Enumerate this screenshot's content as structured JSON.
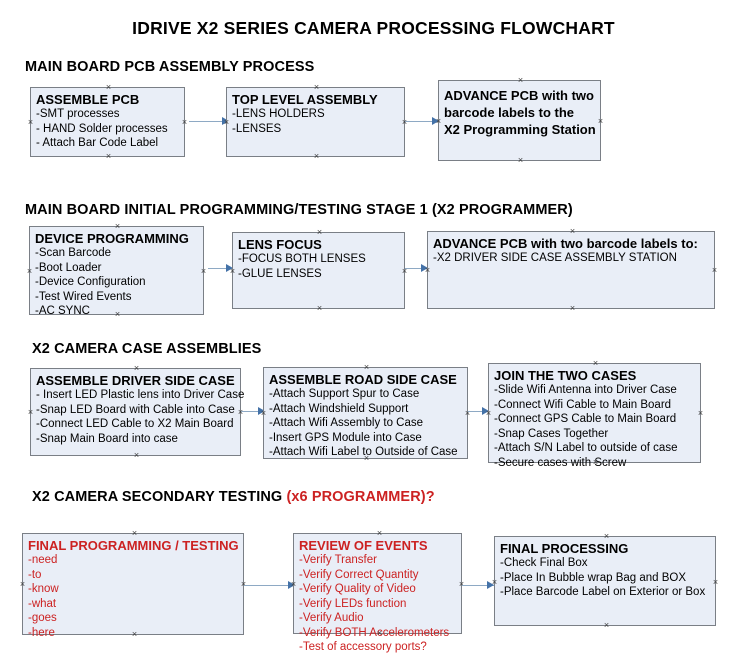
{
  "document": {
    "title": "IDRIVE X2  SERIES CAMERA PROCESSING FLOWCHART"
  },
  "colors": {
    "node_fill": "#e9eef7",
    "node_border": "#7a7f86",
    "connector": "#8ea9c4",
    "arrowhead": "#4472a8",
    "text": "#000000",
    "accent_red": "#cc2222"
  },
  "sections": [
    {
      "id": "main-board-pcb-assembly",
      "heading": "MAIN BOARD PCB ASSEMBLY PROCESS",
      "heading_accent": "",
      "nodes": [
        {
          "id": "assemble-pcb",
          "title": "ASSEMBLE PCB",
          "lines": [
            "-SMT processes",
            "- HAND Solder processes",
            "- Attach Bar Code Label"
          ]
        },
        {
          "id": "top-level-assembly",
          "title": "TOP LEVEL ASSEMBLY",
          "lines": [
            "-LENS HOLDERS",
            "-LENSES"
          ]
        },
        {
          "id": "advance-pcb-programming-station",
          "title": "ADVANCE PCB with two",
          "title_lines": [
            "ADVANCE PCB with two",
            "barcode labels to the",
            " X2 Programming Station"
          ],
          "lines": []
        }
      ]
    },
    {
      "id": "main-board-initial-programming",
      "heading": "MAIN BOARD INITIAL PROGRAMMING/TESTING STAGE 1 (X2 PROGRAMMER)",
      "heading_accent": "",
      "nodes": [
        {
          "id": "device-programming",
          "title": "DEVICE PROGRAMMING",
          "lines": [
            "-Scan Barcode",
            "-Boot Loader",
            "-Device Configuration",
            "-Test Wired Events",
            "-AC SYNC"
          ]
        },
        {
          "id": "lens-focus",
          "title": "LENS FOCUS",
          "lines": [
            "-FOCUS BOTH LENSES",
            "-GLUE LENSES"
          ]
        },
        {
          "id": "advance-pcb-driver-side-case",
          "title": "ADVANCE PCB with two barcode labels to:",
          "lines": [
            "-X2 DRIVER  SIDE  CASE  ASSEMBLY STATION"
          ]
        }
      ]
    },
    {
      "id": "x2-camera-case-assemblies",
      "heading": "X2 CAMERA CASE ASSEMBLIES",
      "heading_accent": "",
      "nodes": [
        {
          "id": "assemble-driver-side-case",
          "title": "ASSEMBLE DRIVER SIDE CASE",
          "lines": [
            "- Insert LED Plastic lens into Driver Case",
            "-Snap LED Board with Cable into Case",
            "-Connect LED Cable to X2 Main Board",
            "-Snap Main Board into case"
          ]
        },
        {
          "id": "assemble-road-side-case",
          "title": "ASSEMBLE ROAD SIDE CASE",
          "lines": [
            "-Attach Support Spur to Case",
            "-Attach Windshield Support",
            "-Attach Wifi Assembly to Case",
            "-Insert GPS Module into Case",
            "-Attach Wifi Label to Outside of Case"
          ]
        },
        {
          "id": "join-the-two-cases",
          "title": "JOIN THE TWO CASES",
          "lines": [
            "-Slide Wifi Antenna into Driver Case",
            "-Connect Wifi Cable to Main Board",
            "-Connect GPS Cable to Main Board",
            "-Snap Cases Together",
            "-Attach S/N Label to outside of case",
            "-Secure cases with Screw"
          ]
        }
      ]
    },
    {
      "id": "x2-camera-secondary-testing",
      "heading": "X2 CAMERA SECONDARY TESTING ",
      "heading_accent": "(x6 PROGRAMMER)?",
      "nodes": [
        {
          "id": "final-programming-testing",
          "title": "FINAL PROGRAMMING / TESTING",
          "lines": [
            "-need",
            "-to",
            "-know",
            "-what",
            "-goes",
            "-here"
          ]
        },
        {
          "id": "review-of-events",
          "title": "REVIEW OF EVENTS",
          "lines": [
            "-Verify Transfer",
            "-Verify Correct Quantity",
            "-Verify Quality of Video",
            "-Verify LEDs function",
            "-Verify Audio",
            "-Verify BOTH Accelerometers",
            "-Test of accessory ports?"
          ]
        },
        {
          "id": "final-processing",
          "title": "FINAL PROCESSING",
          "lines": [
            " -Check Final Box",
            "-Place In Bubble wrap Bag and BOX",
            "-Place Barcode Label on Exterior or Box"
          ]
        }
      ]
    }
  ]
}
